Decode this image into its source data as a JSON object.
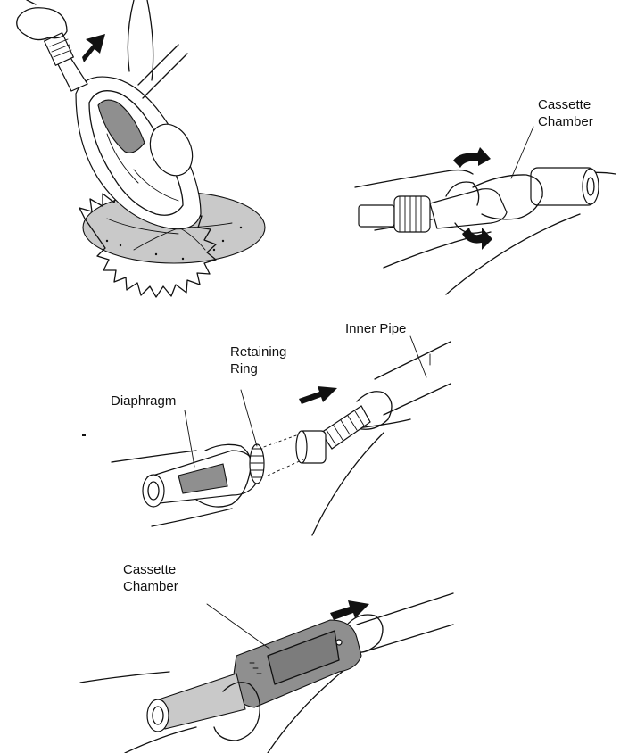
{
  "step1": {
    "illustration": "pool-cleaner-lift-icon"
  },
  "step2": {
    "cassette_chamber_line1": "Cassette",
    "cassette_chamber_line2": "Chamber"
  },
  "step3": {
    "inner_pipe": "Inner Pipe",
    "retaining_ring_line1": "Retaining",
    "retaining_ring_line2": "Ring",
    "diaphragm": "Diaphragm"
  },
  "step4": {
    "cassette_chamber_line1": "Cassette",
    "cassette_chamber_line2": "Chamber"
  },
  "colors": {
    "ink": "#111111",
    "shading": "#8f8f8f",
    "light_shading": "#c9c9c9"
  }
}
